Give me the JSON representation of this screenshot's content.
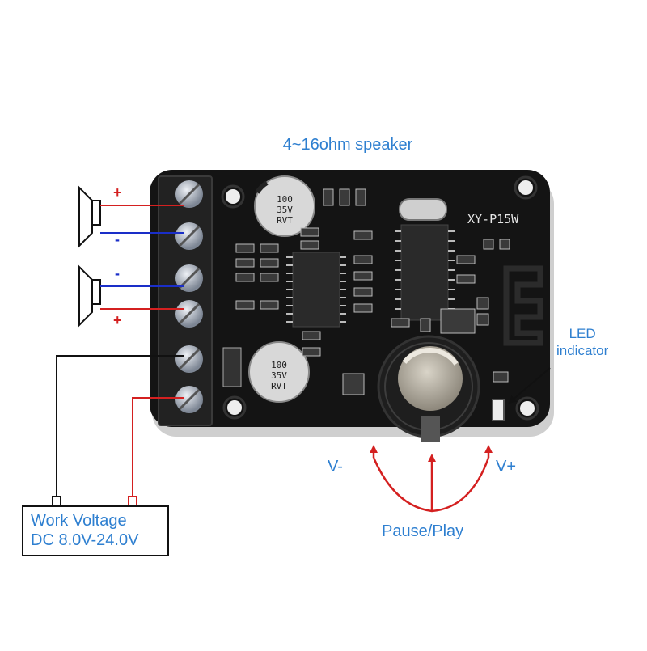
{
  "labels": {
    "speaker": "4~16ohm speaker",
    "led_line1": "LED",
    "led_line2": "indicator",
    "v_minus": "V-",
    "v_plus": "V+",
    "pause_play": "Pause/Play",
    "voltage_line1": "Work Voltage",
    "voltage_line2": "DC 8.0V-24.0V",
    "speaker1_plus": "+",
    "speaker1_minus": "-",
    "speaker2_minus": "-",
    "speaker2_plus": "+"
  },
  "board": {
    "model": "XY-P15W",
    "capacitor_top": [
      "100",
      "35V",
      "RVT"
    ],
    "capacitor_bottom": [
      "100",
      "35V",
      "RVT"
    ]
  },
  "colors": {
    "label_blue": "#2e7fd0",
    "wire_red": "#d42020",
    "wire_blue": "#1a2ec8",
    "arrow_red": "#d42020",
    "board": "#141414",
    "terminal_block": "#222222"
  },
  "icons": {
    "speaker": "speaker-icon",
    "terminal": "screw-terminal-icon",
    "knob": "rotary-knob-icon",
    "antenna": "pcb-antenna-icon"
  }
}
